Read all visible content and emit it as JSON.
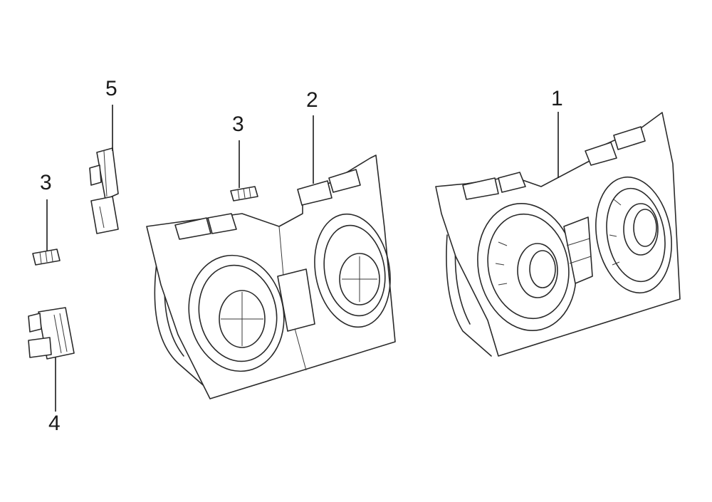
{
  "diagram": {
    "callouts": [
      {
        "id": "1",
        "label": "1"
      },
      {
        "id": "2",
        "label": "2"
      },
      {
        "id": "3a",
        "label": "3"
      },
      {
        "id": "3b",
        "label": "3"
      },
      {
        "id": "4",
        "label": "4"
      },
      {
        "id": "5",
        "label": "5"
      }
    ]
  },
  "colors": {
    "line": "#2a2a2a",
    "background": "#ffffff"
  }
}
